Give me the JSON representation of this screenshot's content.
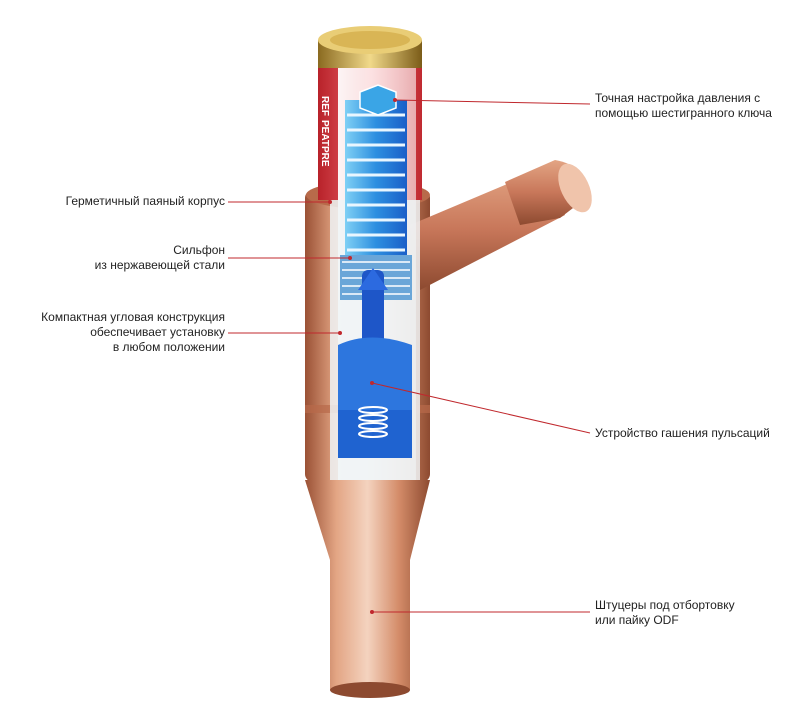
{
  "callouts": {
    "hex_adjust": {
      "lines": [
        "Точная настройка давления с",
        "помощью шестигранного ключа"
      ]
    },
    "brazed_body": {
      "lines": [
        "Герметичный паяный корпус"
      ]
    },
    "bellows": {
      "lines": [
        "Сильфон",
        "из нержавеющей стали"
      ]
    },
    "angle_design": {
      "lines": [
        "Компактная угловая конструкция",
        "обеспечивает установку",
        "в любом положении"
      ]
    },
    "damping": {
      "lines": [
        "Устройство гашения пульсаций"
      ]
    },
    "fittings": {
      "lines": [
        "Штуцеры под отбортовку",
        "или пайку ODF"
      ]
    }
  },
  "cap_label": {
    "lines": [
      "REF",
      "PEAT",
      "PRE"
    ]
  },
  "colors": {
    "copper": "#c8775a",
    "copper_light": "#f0c4ab",
    "brass": "#c9a24a",
    "blue": "#1e66d8",
    "light_blue": "#4fb3ea",
    "red_label": "#e0343a",
    "leader": "#c0282d"
  }
}
